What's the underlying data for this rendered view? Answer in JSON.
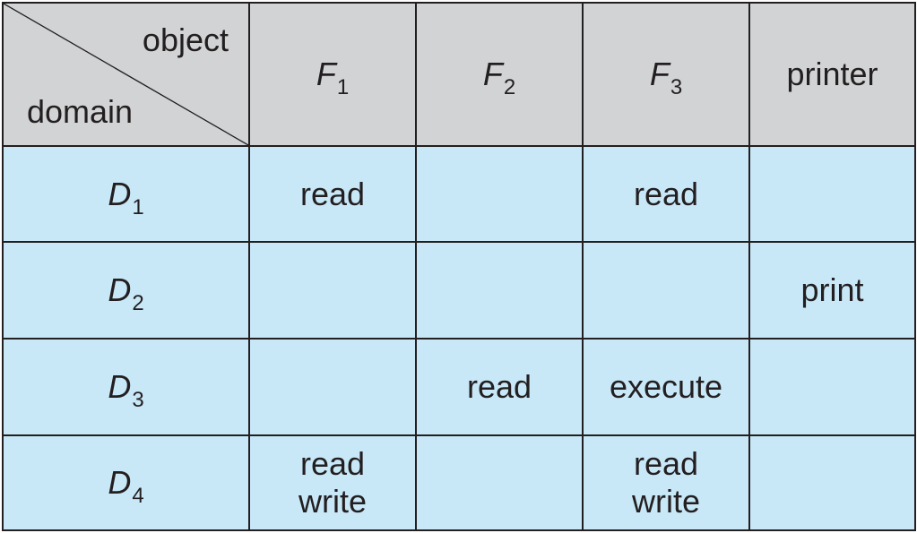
{
  "corner": {
    "column_header_label": "object",
    "row_header_label": "domain"
  },
  "columns": [
    {
      "symbol": "F",
      "sub": "1"
    },
    {
      "symbol": "F",
      "sub": "2"
    },
    {
      "symbol": "F",
      "sub": "3"
    },
    {
      "plain": "printer"
    }
  ],
  "rows": [
    {
      "symbol": "D",
      "sub": "1",
      "cells": [
        [
          "read"
        ],
        [],
        [
          "read"
        ],
        []
      ]
    },
    {
      "symbol": "D",
      "sub": "2",
      "cells": [
        [],
        [],
        [],
        [
          "print"
        ]
      ]
    },
    {
      "symbol": "D",
      "sub": "3",
      "cells": [
        [],
        [
          "read"
        ],
        [
          "execute"
        ],
        []
      ]
    },
    {
      "symbol": "D",
      "sub": "4",
      "cells": [
        [
          "read",
          "write"
        ],
        [],
        [
          "read",
          "write"
        ],
        []
      ]
    }
  ],
  "colors": {
    "header_bg": "#d1d3d4",
    "body_bg": "#c8e8f8",
    "grid_line": "#231f20"
  }
}
